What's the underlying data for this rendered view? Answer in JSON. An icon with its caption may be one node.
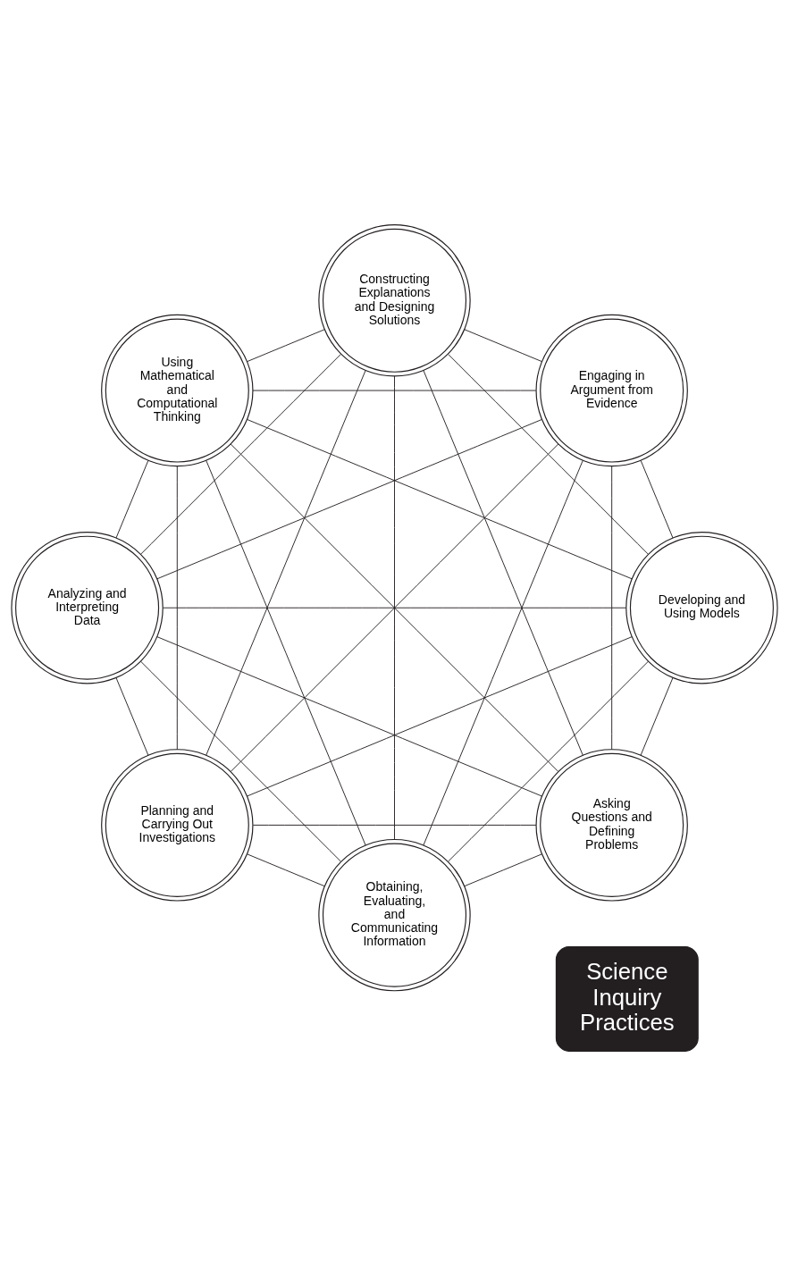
{
  "diagram": {
    "nodes": [
      {
        "text": [
          "Asking Questions and Defining Problems"
        ]
      },
      {
        "text": [
          "Developing and Using Models"
        ]
      },
      {
        "text": [
          "Planning and Carrying Out Investigations"
        ]
      },
      {
        "text": [
          "Analyzing and Interpreting Data"
        ]
      },
      {
        "text": [
          "Using Mathematical and Computational Thinking"
        ]
      },
      {
        "text": [
          "Constructing Explanations and Designing Solutions"
        ]
      },
      {
        "text": [
          "Engaging in Argument from Evidence"
        ]
      },
      {
        "text": [
          "Obtaining, Evaluating, and Communicating Information"
        ]
      },
      {
        "text": [
          "Science Inquiry Practices"
        ]
      }
    ],
    "edges": [
      {
        "from": 0,
        "to": 1,
        "arrow": "none"
      },
      {
        "from": 0,
        "to": 2,
        "arrow": "none"
      },
      {
        "from": 0,
        "to": 3,
        "arrow": "none"
      },
      {
        "from": 0,
        "to": 4,
        "arrow": "none"
      },
      {
        "from": 0,
        "to": 5,
        "arrow": "none"
      },
      {
        "from": 0,
        "to": 6,
        "arrow": "none"
      },
      {
        "from": 0,
        "to": 7,
        "arrow": "none"
      },
      {
        "from": 1,
        "to": 2,
        "arrow": "none"
      },
      {
        "from": 1,
        "to": 3,
        "arrow": "none"
      },
      {
        "from": 1,
        "to": 4,
        "arrow": "none"
      },
      {
        "from": 1,
        "to": 5,
        "arrow": "none"
      },
      {
        "from": 1,
        "to": 6,
        "arrow": "none"
      },
      {
        "from": 1,
        "to": 7,
        "arrow": "none"
      },
      {
        "from": 2,
        "to": 3,
        "arrow": "none"
      },
      {
        "from": 2,
        "to": 4,
        "arrow": "none"
      },
      {
        "from": 2,
        "to": 5,
        "arrow": "none"
      },
      {
        "from": 2,
        "to": 6,
        "arrow": "none"
      },
      {
        "from": 2,
        "to": 7,
        "arrow": "none"
      },
      {
        "from": 3,
        "to": 4,
        "arrow": "none"
      },
      {
        "from": 3,
        "to": 5,
        "arrow": "none"
      },
      {
        "from": 3,
        "to": 6,
        "arrow": "none"
      },
      {
        "from": 3,
        "to": 7,
        "arrow": "none"
      },
      {
        "from": 4,
        "to": 5,
        "arrow": "none"
      },
      {
        "from": 4,
        "to": 6,
        "arrow": "none"
      },
      {
        "from": 4,
        "to": 7,
        "arrow": "none"
      },
      {
        "from": 5,
        "to": 6,
        "arrow": "none"
      },
      {
        "from": 5,
        "to": 7,
        "arrow": "none"
      },
      {
        "from": 6,
        "to": 7,
        "arrow": "none"
      }
    ]
  }
}
